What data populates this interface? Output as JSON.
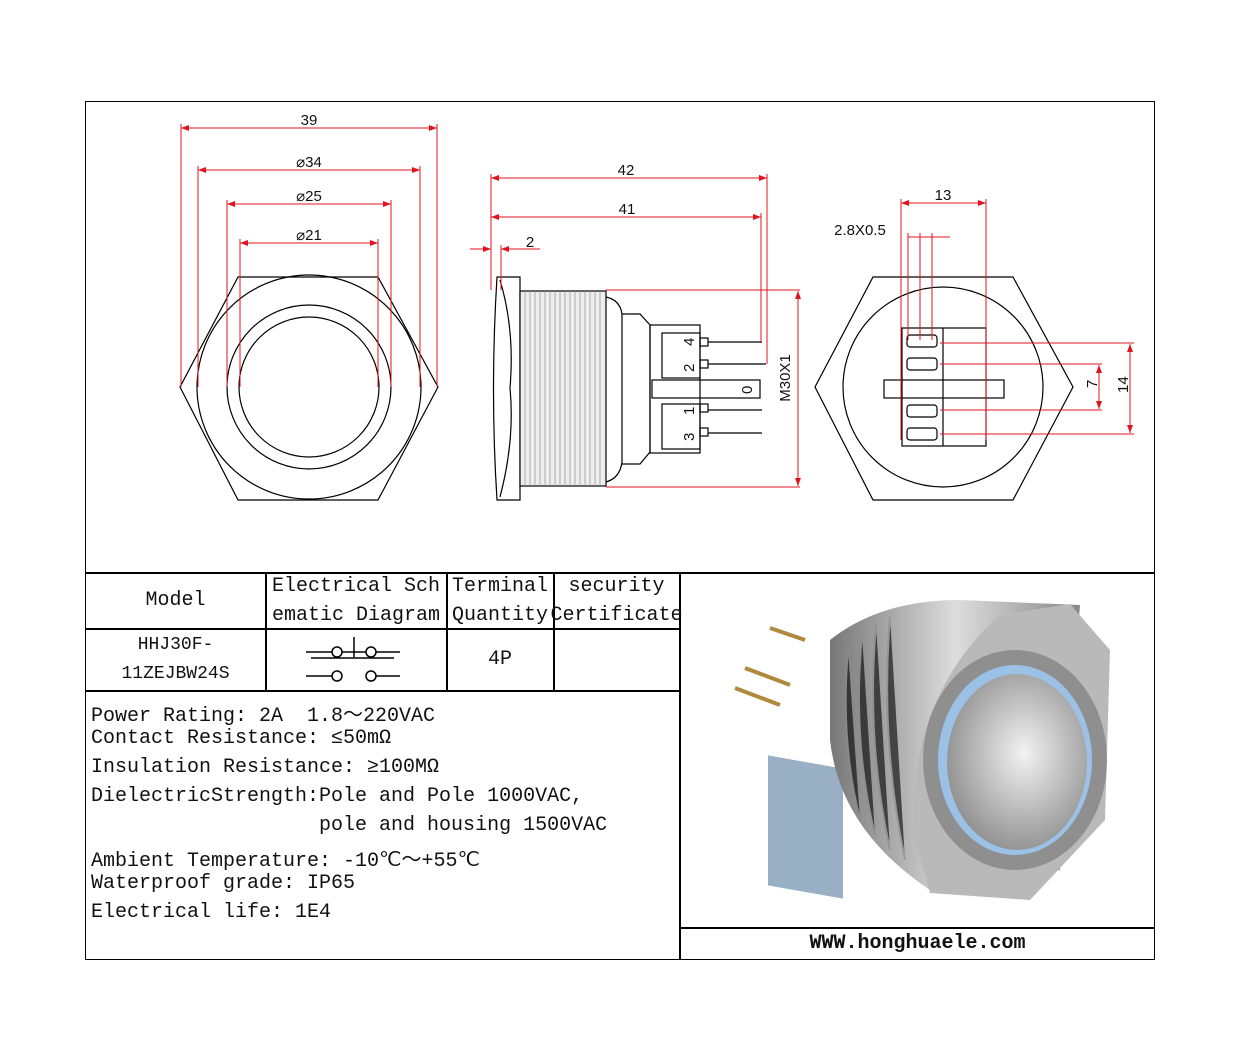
{
  "drawing": {
    "front_dims": [
      "39",
      "⌀34",
      "⌀25",
      "⌀21"
    ],
    "side_dims": {
      "overall": "42",
      "body": "41",
      "flange": "2",
      "thread": "M30X1"
    },
    "terminal_labels": [
      "2",
      "4",
      "3",
      "1",
      "0"
    ],
    "rear_dims": {
      "width": "13",
      "pin": "2.8X0.5",
      "pitch_small": "7",
      "pitch_large": "14"
    },
    "dimension_color": "#e0141e"
  },
  "table": {
    "headers": [
      "Model",
      "Electrical Sch ematic Diagram",
      "Terminal Quantity",
      "security Certificate"
    ],
    "header_lines": [
      [
        "Model"
      ],
      [
        "Electrical Sch",
        "ematic Diagram"
      ],
      [
        "Terminal",
        "Quantity"
      ],
      [
        "security",
        "Certificate"
      ]
    ],
    "row": {
      "model": "HHJ30F-11ZEJBW24S",
      "terminals": "4P",
      "certificate": ""
    }
  },
  "specs": [
    "Power Rating: 2A  1.8～220VAC",
    "Contact Resistance: ≤50mΩ",
    "Insulation Resistance: ≥100MΩ",
    "DielectricStrength:Pole and Pole 1000VAC,",
    "                   pole and housing 1500VAC",
    "Ambient Temperature: -10℃～+55℃",
    "Waterproof grade: IP65",
    "Electrical life: 1E4"
  ],
  "website": "WWW.honghuaele.com"
}
